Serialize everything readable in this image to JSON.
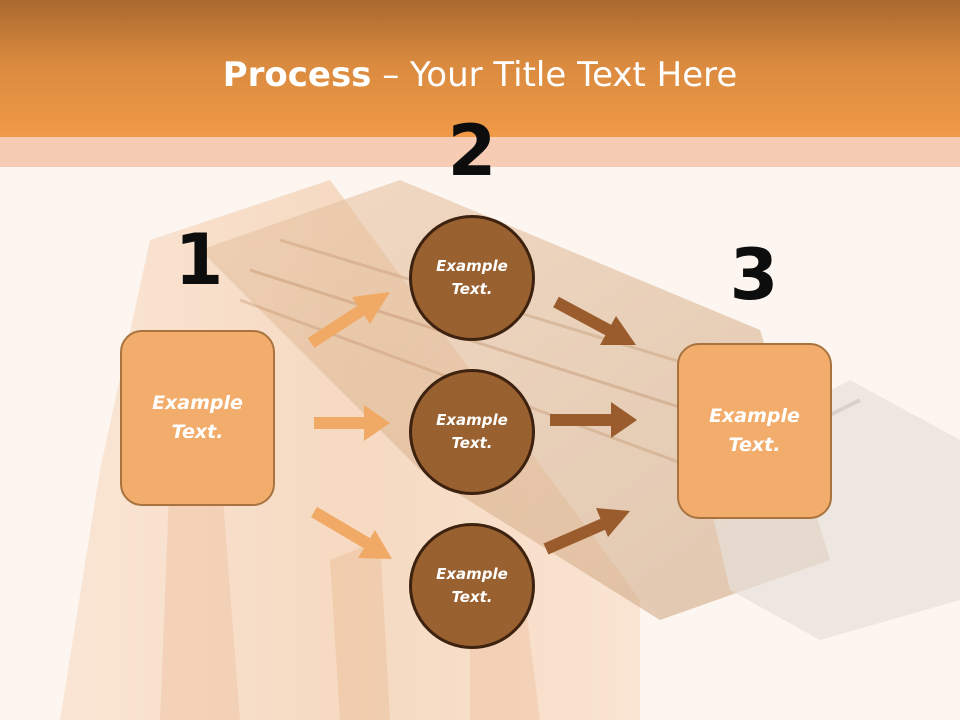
{
  "slide": {
    "title_bold": "Process",
    "title_rest": " – Your Title Text Here",
    "numbers": {
      "n1": "1",
      "n2": "2",
      "n3": "3"
    },
    "left_box": "Example Text.",
    "right_box": "Example Text.",
    "circles": [
      "Example Text.",
      "Example Text.",
      "Example Text."
    ],
    "colors": {
      "header": "#f09a47",
      "box_fill": "#f2ad6d",
      "circle_fill": "#996030",
      "left_arrows": "#f0aa66",
      "right_arrows": "#9a5c2c"
    }
  }
}
